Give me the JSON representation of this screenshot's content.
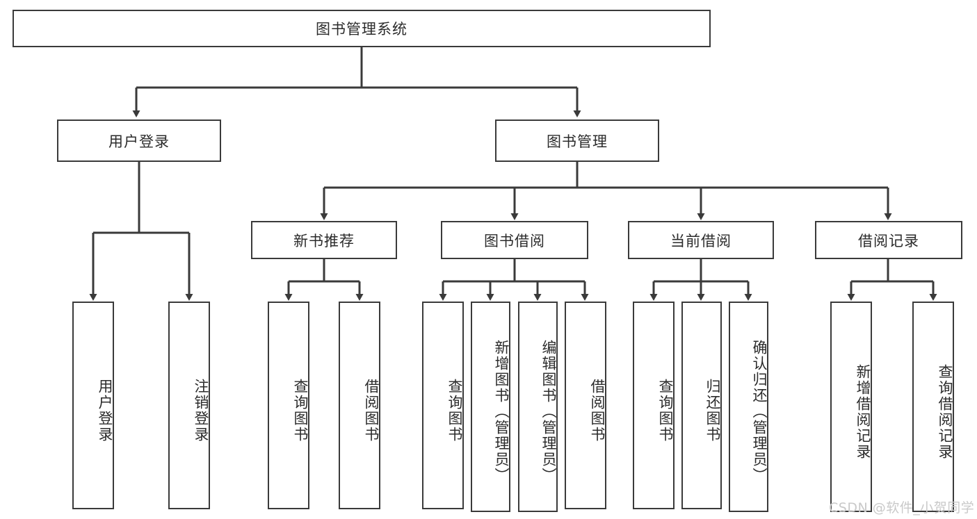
{
  "diagram": {
    "title": "图书管理系统",
    "type": "hierarchy-tree",
    "stroke_color": "#3a3a3a",
    "fill_color": "#ffffff",
    "text_color": "#2b2b2b"
  },
  "nodes": {
    "root": {
      "label": "图书管理系统",
      "level": 0
    },
    "l1": [
      {
        "id": "user-login",
        "label": "用户登录",
        "level": 1
      },
      {
        "id": "book-manage",
        "label": "图书管理",
        "level": 1
      }
    ],
    "l2": [
      {
        "id": "new-book-recommend",
        "label": "新书推荐",
        "level": 2
      },
      {
        "id": "book-borrow",
        "label": "图书借阅",
        "level": 2
      },
      {
        "id": "current-borrow",
        "label": "当前借阅",
        "level": 2
      },
      {
        "id": "borrow-record",
        "label": "借阅记录",
        "level": 2
      }
    ],
    "leaves": [
      {
        "id": "leaf-user-login",
        "label": "用户登录",
        "parent": "user-login"
      },
      {
        "id": "leaf-logout",
        "label": "注销登录",
        "parent": "user-login"
      },
      {
        "id": "leaf-query-book-1",
        "label": "查询图书",
        "parent": "new-book-recommend"
      },
      {
        "id": "leaf-borrow-book-1",
        "label": "借阅图书",
        "parent": "new-book-recommend"
      },
      {
        "id": "leaf-query-book-2",
        "label": "查询图书",
        "parent": "book-borrow"
      },
      {
        "id": "leaf-add-book",
        "label": "新增图书（管理员）",
        "parent": "book-borrow"
      },
      {
        "id": "leaf-edit-book",
        "label": "编辑图书（管理员）",
        "parent": "book-borrow"
      },
      {
        "id": "leaf-borrow-book-2",
        "label": "借阅图书",
        "parent": "book-borrow"
      },
      {
        "id": "leaf-query-book-3",
        "label": "查询图书",
        "parent": "current-borrow"
      },
      {
        "id": "leaf-return-book",
        "label": "归还图书",
        "parent": "current-borrow"
      },
      {
        "id": "leaf-confirm-return",
        "label": "确认归还（管理员）",
        "parent": "current-borrow"
      },
      {
        "id": "leaf-add-record",
        "label": "新增借阅记录",
        "parent": "borrow-record"
      },
      {
        "id": "leaf-query-record",
        "label": "查询借阅记录",
        "parent": "borrow-record"
      }
    ]
  },
  "watermark": {
    "text": "CSDN @软件_小贺同学"
  }
}
